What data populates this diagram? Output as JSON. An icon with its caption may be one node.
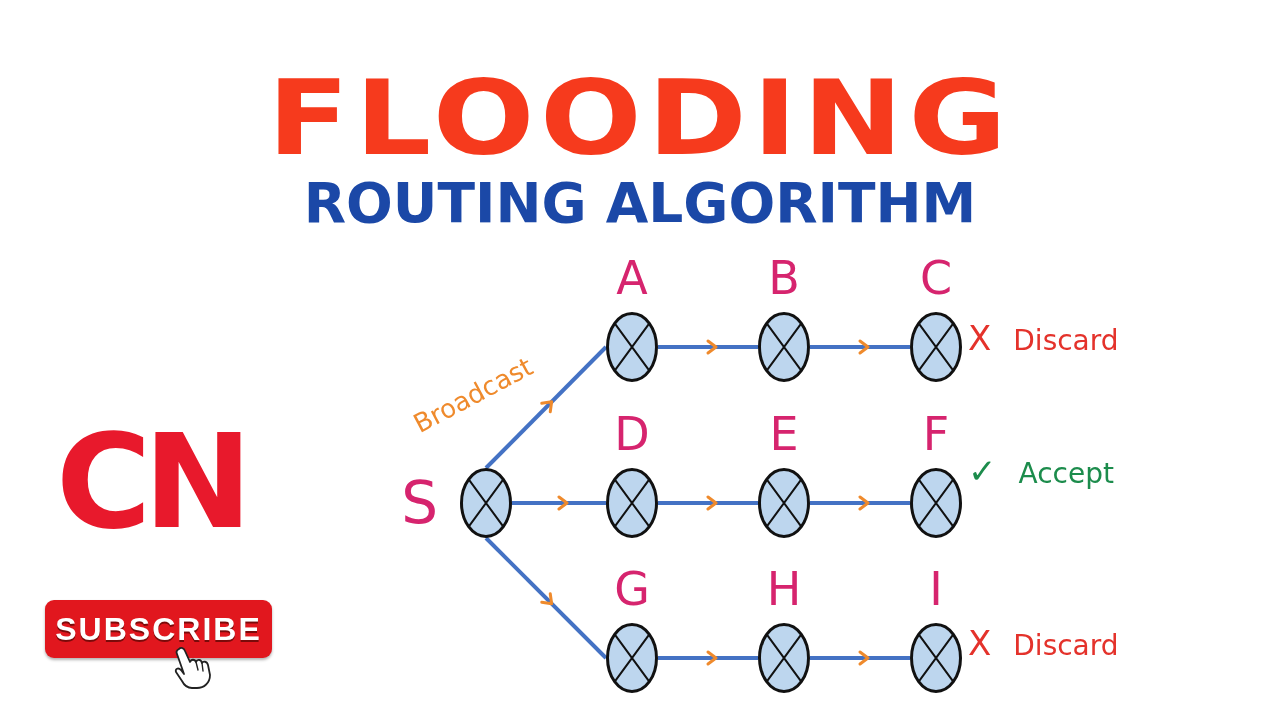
{
  "diagram": {
    "title": "FLOODING",
    "nodes": [
      {
        "text": [
          "S"
        ]
      },
      {
        "text": [
          "A"
        ]
      },
      {
        "text": [
          "B"
        ]
      },
      {
        "text": [
          "C"
        ],
        "beside": [
          "X",
          "Discard"
        ]
      },
      {
        "text": [
          "D"
        ]
      },
      {
        "text": [
          "E"
        ]
      },
      {
        "text": [
          "F"
        ],
        "beside": [
          "✓",
          "Accept"
        ]
      },
      {
        "text": [
          "G"
        ]
      },
      {
        "text": [
          "H"
        ]
      },
      {
        "text": [
          "I"
        ],
        "beside": [
          "X",
          "Discard"
        ]
      }
    ],
    "edges": [
      {
        "from": 0,
        "to": 1,
        "arrow": "to",
        "label": "Broadcast"
      },
      {
        "from": 0,
        "to": 4,
        "arrow": "to"
      },
      {
        "from": 0,
        "to": 7,
        "arrow": "to"
      },
      {
        "from": 1,
        "to": 2,
        "arrow": "to"
      },
      {
        "from": 2,
        "to": 3,
        "arrow": "to"
      },
      {
        "from": 4,
        "to": 5,
        "arrow": "to"
      },
      {
        "from": 5,
        "to": 6,
        "arrow": "to"
      },
      {
        "from": 7,
        "to": 8,
        "arrow": "to"
      },
      {
        "from": 8,
        "to": 9,
        "arrow": "to"
      }
    ],
    "labels": [
      "ROUTING ALGORITHM",
      "CN",
      "SUBSCRIBE"
    ]
  }
}
